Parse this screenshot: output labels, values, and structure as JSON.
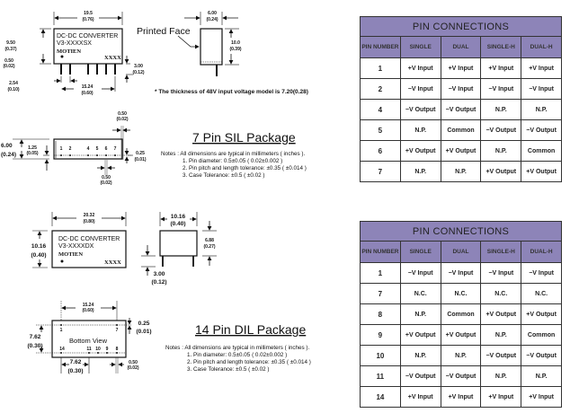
{
  "sil": {
    "front": {
      "line1": "DC-DC CONVERTER",
      "line2": "V3-XXXXSX",
      "brand": "MOTIEN",
      "code": "XXXX"
    },
    "dims": {
      "w_mm": "19.5",
      "w_in": "(0.76)",
      "h_mm": "9.50",
      "h_in": "(0.37)",
      "gap_mm": "0.50",
      "gap_in": "(0.02)",
      "pin_mm": "3.00",
      "pin_in": "(0.12)",
      "pitch_mm": "2.54",
      "pitch_in": "(0.10)",
      "span_mm": "15.24",
      "span_in": "(0.60)",
      "side_w_mm": "6.00",
      "side_w_in": "(0.24)",
      "side_h_mm": "10.0",
      "side_h_in": "(0.39)"
    },
    "printed_face": "Printed Face",
    "thickness_note": "* The thickness of 48V input voltage model is 7.20(0.28)",
    "bottom": {
      "pins": [
        "1",
        "2",
        "4",
        "5",
        "6",
        "7"
      ],
      "t_mm": "6.00",
      "t_in": "(0.24)",
      "off_mm": "1.25",
      "off_in": "(0.05)",
      "pd_mm": "0.50",
      "pd_in": "(0.02)",
      "edge_mm": "0.25",
      "edge_in": "(0.01)",
      "pd2_mm": "0.50",
      "pd2_in": "(0.02)"
    },
    "title": "7 Pin SIL Package",
    "notes": [
      "Notes : All dimensions are typical in millimeters ( inches ).",
      "1.  Pin diameter:  0.5±0.05 ( 0.02±0.002 )",
      "2.  Pin pitch and length tolerance:  ±0.35 ( ±0.014 )",
      "3.  Case Tolerance:  ±0.5 ( ±0.02 )"
    ]
  },
  "dil": {
    "front": {
      "line1": "DC-DC CONVERTER",
      "line2": "V3-XXXXDX",
      "brand": "MOTIEN",
      "code": "XXXX"
    },
    "dims": {
      "w_mm": "20.32",
      "w_in": "(0.80)",
      "h_mm": "10.16",
      "h_in": "(0.40)",
      "side_w_mm": "10.16",
      "side_w_in": "(0.40)",
      "side_h_mm": "6.88",
      "side_h_in": "(0.27)",
      "pin_mm": "3.00",
      "pin_in": "(0.12)"
    },
    "bottom": {
      "label": "Bottom  View",
      "pins_top": [
        "1",
        "7"
      ],
      "pins_bottom": [
        "14",
        "11",
        "10",
        "9",
        "8"
      ],
      "span_mm": "15.24",
      "span_in": "(0.60)",
      "row_mm": "7.62",
      "row_in": "(0.30)",
      "edge_mm": "0.25",
      "edge_in": "(0.01)",
      "pitch_mm": "7.62",
      "pitch_in": "(0.30)",
      "pd_mm": "0.50",
      "pd_in": "(0.02)"
    },
    "title": "14 Pin DIL Package",
    "notes": [
      "Notes : All dimensions are typical in millimeters ( inches ).",
      "1.  Pin diameter:  0.5±0.05 ( 0.02±0.002 )",
      "2.  Pin pitch and length tolerance:  ±0.35 ( ±0.014 )",
      "3.  Case Tolerance:  ±0.5 ( ±0.02 )"
    ]
  },
  "tables": [
    {
      "title": "PIN CONNECTIONS",
      "headers": [
        "PIN NUMBER",
        "SINGLE",
        "DUAL",
        "SINGLE-H",
        "DUAL-H"
      ],
      "rows": [
        [
          "1",
          "+V Input",
          "+V Input",
          "+V Input",
          "+V Input"
        ],
        [
          "2",
          "−V Input",
          "−V Input",
          "−V Input",
          "−V Input"
        ],
        [
          "4",
          "−V Output",
          "−V Output",
          "N.P.",
          "N.P."
        ],
        [
          "5",
          "N.P.",
          "Common",
          "−V Output",
          "−V Output"
        ],
        [
          "6",
          "+V Output",
          "+V Output",
          "N.P.",
          "Common"
        ],
        [
          "7",
          "N.P.",
          "N.P.",
          "+V Output",
          "+V Output"
        ]
      ]
    },
    {
      "title": "PIN CONNECTIONS",
      "headers": [
        "PIN NUMBER",
        "SINGLE",
        "DUAL",
        "SINGLE-H",
        "DUAL-H"
      ],
      "rows": [
        [
          "1",
          "−V Input",
          "−V Input",
          "−V Input",
          "−V Input"
        ],
        [
          "7",
          "N.C.",
          "N.C.",
          "N.C.",
          "N.C."
        ],
        [
          "8",
          "N.P.",
          "Common",
          "+V Output",
          "+V Output"
        ],
        [
          "9",
          "+V Output",
          "+V Output",
          "N.P.",
          "Common"
        ],
        [
          "10",
          "N.P.",
          "N.P.",
          "−V Output",
          "−V Output"
        ],
        [
          "11",
          "−V Output",
          "−V Output",
          "N.P.",
          "N.P."
        ],
        [
          "14",
          "+V Input",
          "+V Input",
          "+V Input",
          "+V Input"
        ]
      ]
    }
  ],
  "colors": {
    "table_header": "#8d84b8"
  }
}
